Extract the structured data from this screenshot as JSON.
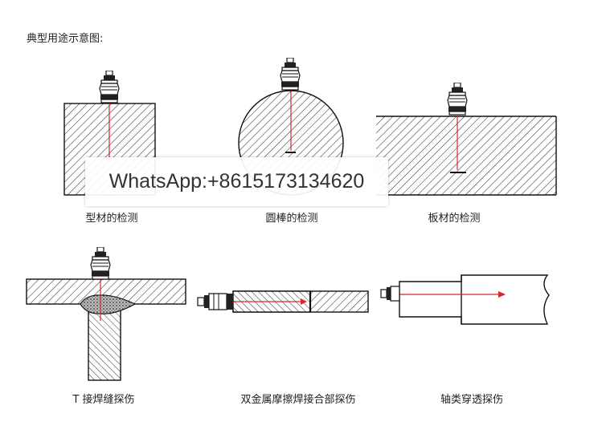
{
  "heading": "典型用途示意图:",
  "captions": {
    "profile": "型材的检测",
    "round_bar": "圆棒的检测",
    "plate": "板材的检测",
    "t_weld": "T 接焊缝探伤",
    "friction_weld": "双金属摩擦焊接合部探伤",
    "shaft": "轴类穿透探伤"
  },
  "watermark": "WhatsApp:+8615173134620",
  "colors": {
    "beam": "#d6262c",
    "line": "#1a1a1a",
    "hatch": "#444444"
  },
  "icons": [
    "ultrasonic-probe-icon"
  ]
}
